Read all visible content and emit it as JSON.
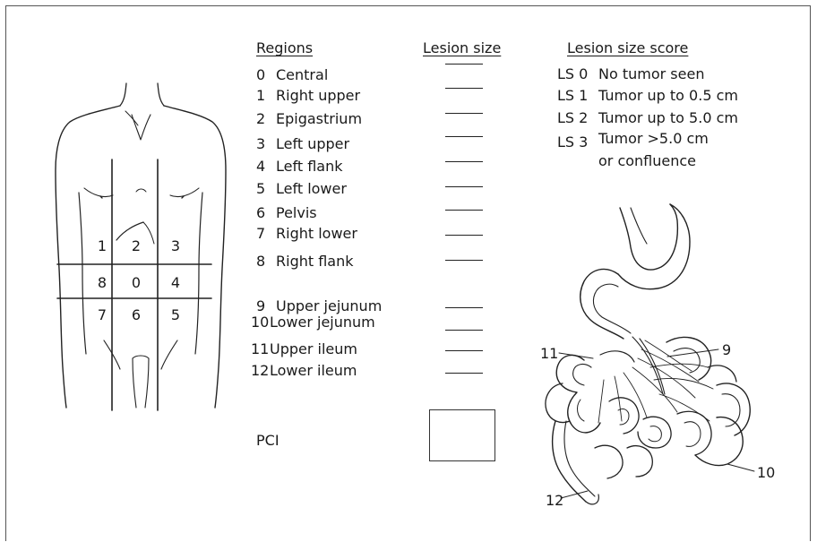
{
  "headers": {
    "regions": "Regions",
    "lesion_size": "Lesion size",
    "lesion_size_score": "Lesion size score"
  },
  "regions": [
    {
      "num": "0",
      "name": "Central"
    },
    {
      "num": "1",
      "name": "Right upper"
    },
    {
      "num": "2",
      "name": "Epigastrium"
    },
    {
      "num": "3",
      "name": "Left upper"
    },
    {
      "num": "4",
      "name": "Left flank"
    },
    {
      "num": "5",
      "name": "Left lower"
    },
    {
      "num": "6",
      "name": "Pelvis"
    },
    {
      "num": "7",
      "name": "Right lower"
    },
    {
      "num": "8",
      "name": "Right flank"
    },
    {
      "num": "9",
      "name": "Upper jejunum"
    },
    {
      "num": "10",
      "name": "Lower jejunum"
    },
    {
      "num": "11",
      "name": "Upper ileum"
    },
    {
      "num": "12",
      "name": "Lower ileum"
    }
  ],
  "scores": [
    {
      "code": "LS 0",
      "desc": "No tumor seen"
    },
    {
      "code": "LS 1",
      "desc": "Tumor up to 0.5 cm"
    },
    {
      "code": "LS 2",
      "desc": "Tumor up to 5.0 cm"
    },
    {
      "code": "LS 3",
      "desc": "Tumor >5.0 cm",
      "desc2": "or confluence"
    }
  ],
  "pci_label": "PCI",
  "torso_grid_labels": [
    "1",
    "2",
    "3",
    "8",
    "0",
    "4",
    "7",
    "6",
    "5"
  ],
  "bowel_labels": [
    "9",
    "10",
    "11",
    "12"
  ]
}
